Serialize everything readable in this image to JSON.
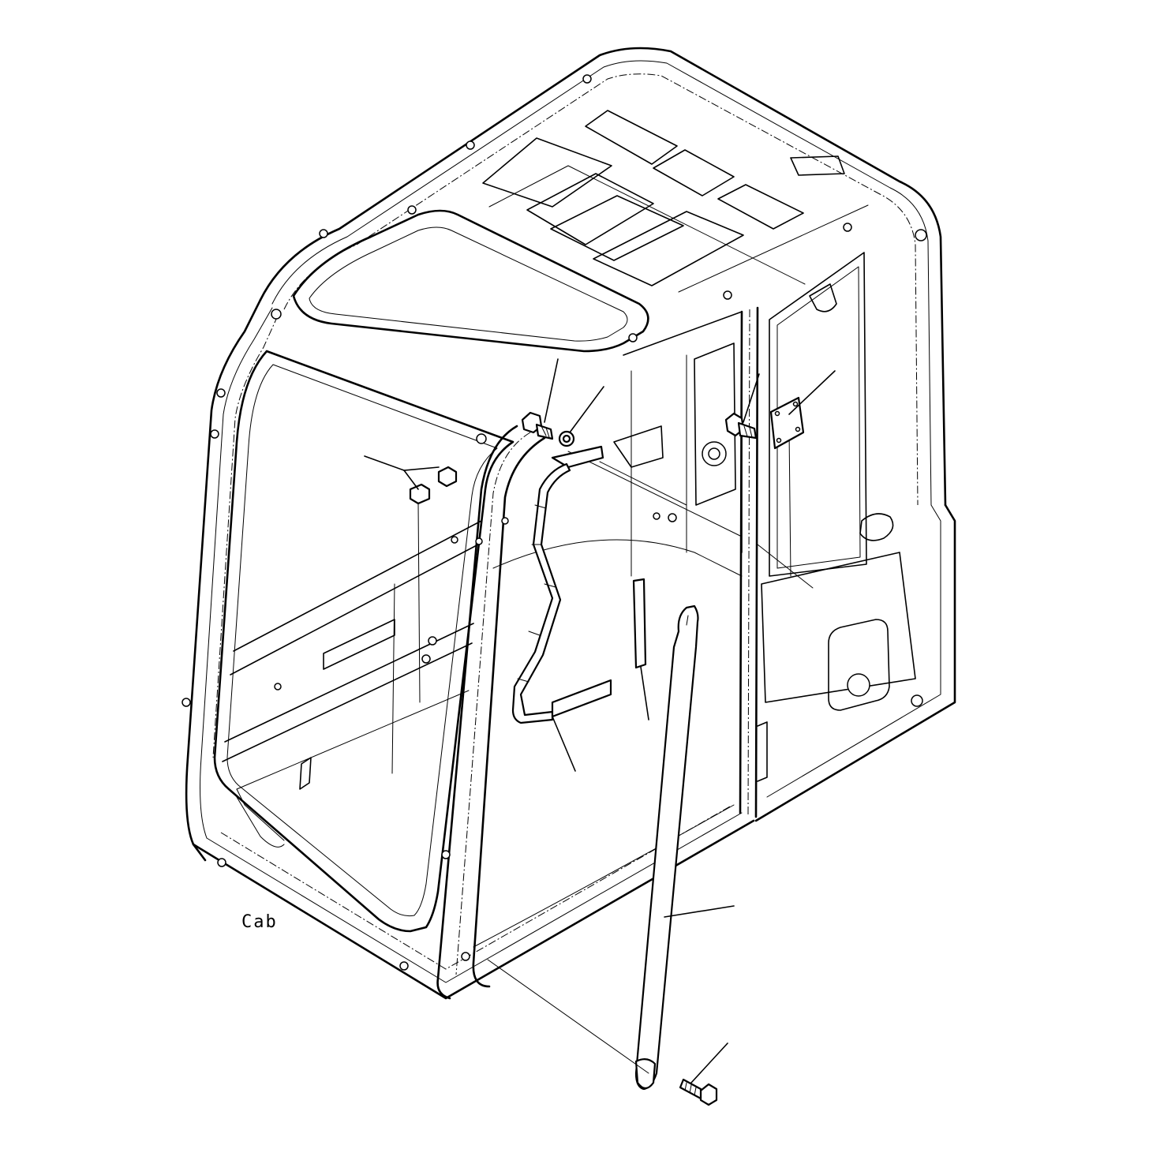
{
  "diagram": {
    "type": "exploded-parts-diagram",
    "subject_label": "Cab",
    "callouts": [
      {
        "id": "c1",
        "part": "bolt"
      },
      {
        "id": "c2",
        "part": "washer"
      },
      {
        "id": "c3",
        "part": "clamp-blocks"
      },
      {
        "id": "c4",
        "part": "grommet-bolt"
      },
      {
        "id": "c5",
        "part": "cover-plate"
      },
      {
        "id": "c6",
        "part": "handrail"
      },
      {
        "id": "c7",
        "part": "pin"
      },
      {
        "id": "c8",
        "part": "long-handrail"
      },
      {
        "id": "c9",
        "part": "lower-bolt"
      }
    ]
  }
}
